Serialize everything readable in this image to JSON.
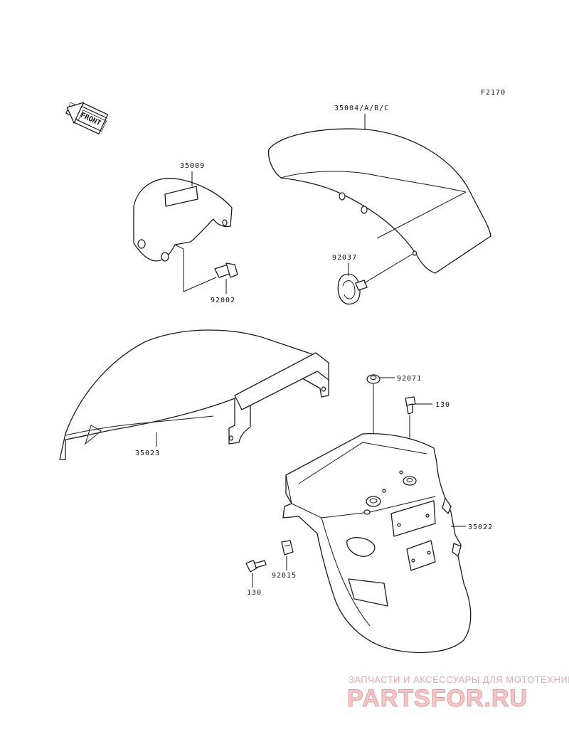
{
  "figure_code": "F2170",
  "direction_arrow": {
    "text": "FRONT",
    "icon": "front-arrow-icon"
  },
  "parts": [
    {
      "id": "p-35004",
      "label": "35004/A/B/C",
      "name": "front-fender"
    },
    {
      "id": "p-35009",
      "label": "35009",
      "name": "fender-cover"
    },
    {
      "id": "p-92002",
      "label": "92002",
      "name": "bolt"
    },
    {
      "id": "p-92037",
      "label": "92037",
      "name": "clamp"
    },
    {
      "id": "p-35023",
      "label": "35023",
      "name": "rear-fender-front"
    },
    {
      "id": "p-92071",
      "label": "92071",
      "name": "grommet"
    },
    {
      "id": "p-130-top",
      "label": "130",
      "name": "bolt-upper"
    },
    {
      "id": "p-35022",
      "label": "35022",
      "name": "rear-fender-rear"
    },
    {
      "id": "p-92015",
      "label": "92015",
      "name": "nut"
    },
    {
      "id": "p-130-bottom",
      "label": "130",
      "name": "bolt-lower"
    }
  ],
  "watermark": {
    "tagline": "ЗАПЧАСТИ И АКСЕССУАРЫ ДЛЯ МОТОТЕХНИКИ",
    "logo": "PARTSFOR.RU",
    "color": "#e59b9b"
  }
}
